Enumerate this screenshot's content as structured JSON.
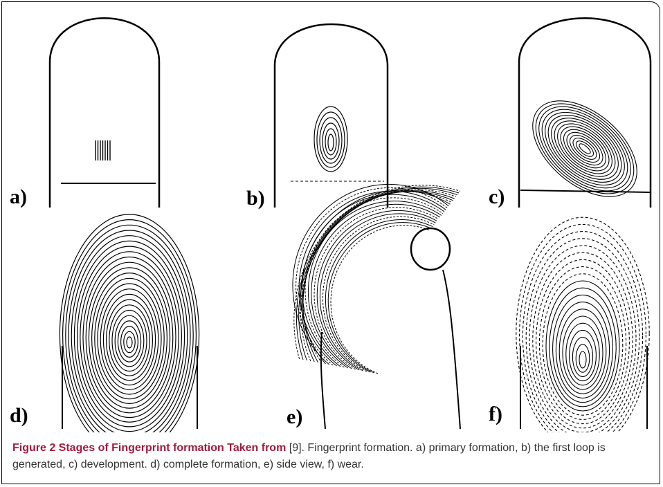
{
  "figure": {
    "panels": [
      {
        "id": "a",
        "label": "a)"
      },
      {
        "id": "b",
        "label": "b)"
      },
      {
        "id": "c",
        "label": "c)"
      },
      {
        "id": "d",
        "label": "d)"
      },
      {
        "id": "e",
        "label": "e)"
      },
      {
        "id": "f",
        "label": "f)"
      }
    ]
  },
  "caption": {
    "title": "Figure 2 Stages of Fingerprint formation Taken from",
    "citation": " [9]",
    "body": ". Fingerprint formation. a) primary formation, b) the first loop is generated, c) development. d) complete formation, e) side view, f) wear."
  }
}
